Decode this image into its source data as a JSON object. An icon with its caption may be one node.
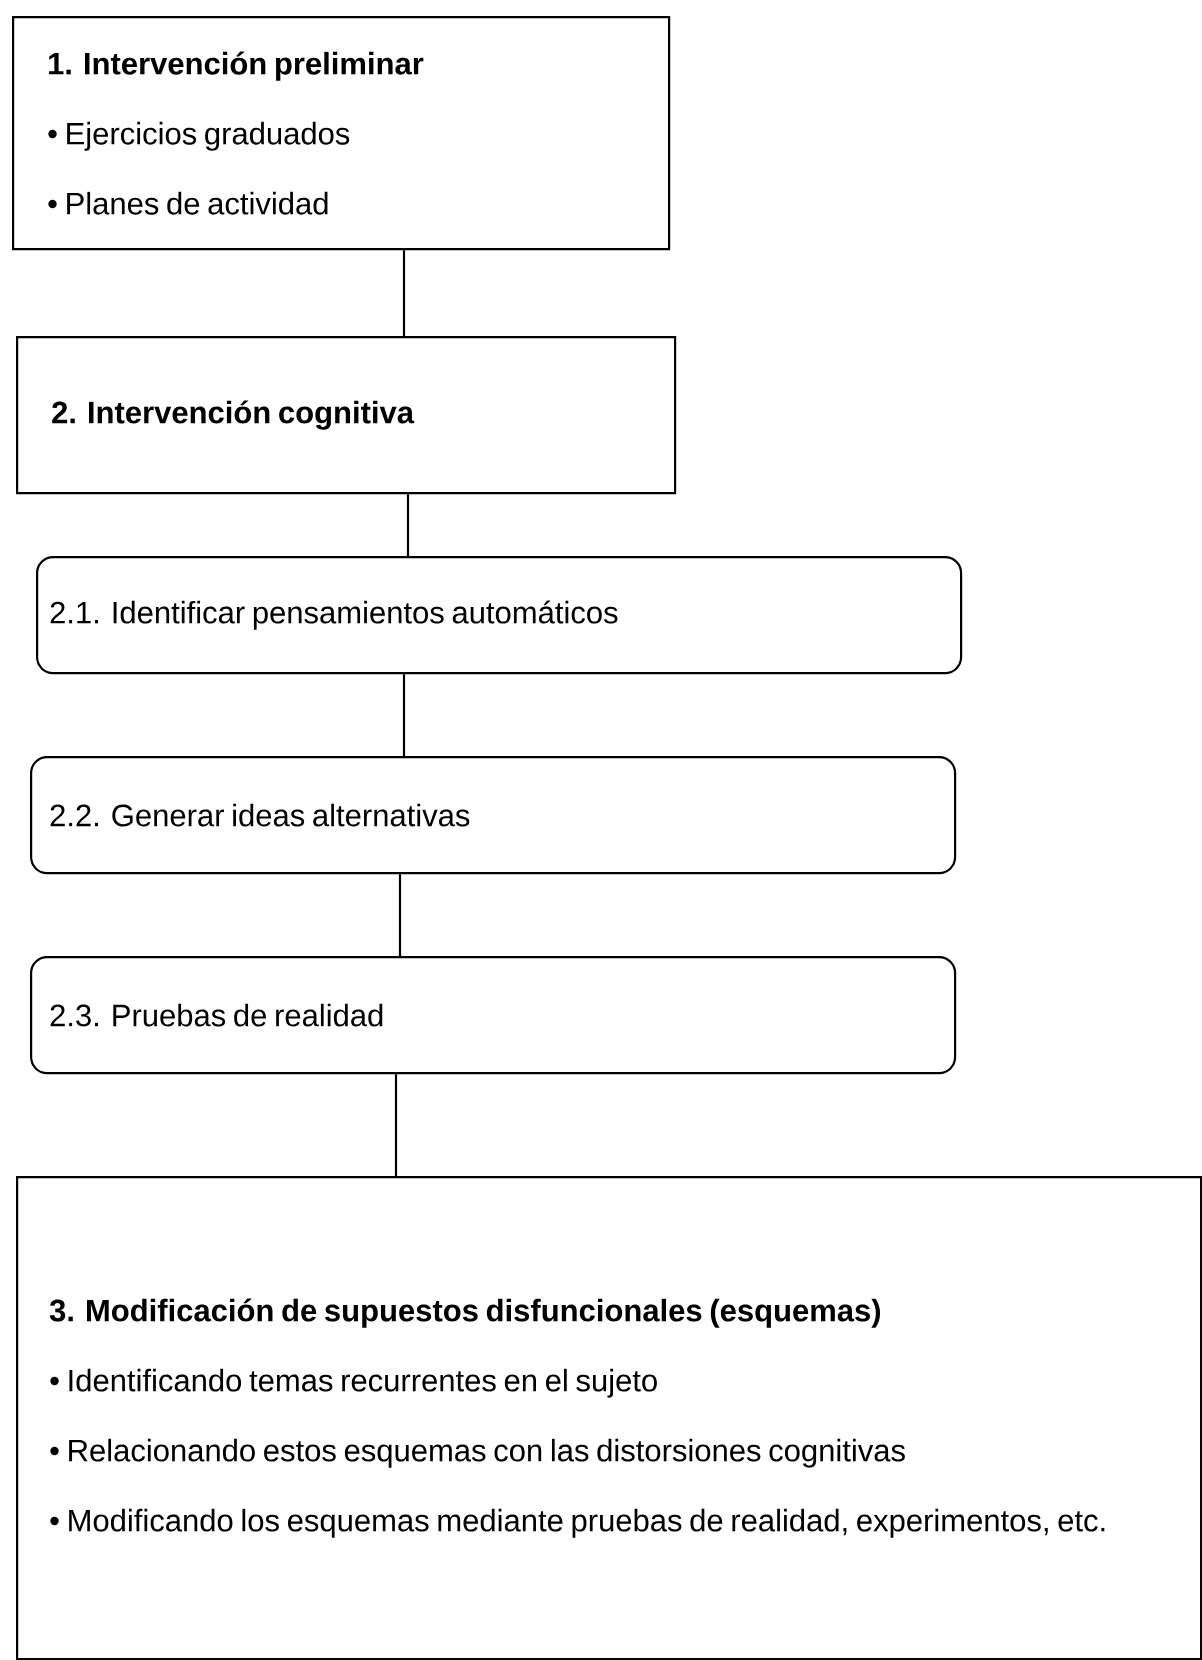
{
  "diagram": {
    "nodes": [
      {
        "text": [
          "1. Intervención preliminar",
          "• Ejercicios graduados",
          "• Planes de actividad"
        ]
      },
      {
        "text": [
          "2. Intervención cognitiva"
        ]
      },
      {
        "text": [
          "2.1. Identificar pensamientos automáticos"
        ]
      },
      {
        "text": [
          "2.2. Generar ideas alternativas"
        ]
      },
      {
        "text": [
          "2.3. Pruebas de realidad"
        ]
      },
      {
        "text": [
          "3. Modificación de supuestos disfuncionales (esquemas)",
          "• Identificando temas recurrentes en el sujeto",
          "• Relacionando estos esquemas con las distorsiones cognitivas",
          "• Modificando los esquemas mediante pruebas de realidad, experimentos, etc."
        ]
      }
    ],
    "edges": [
      {
        "from": 0,
        "to": 1,
        "arrow": "none"
      },
      {
        "from": 1,
        "to": 2,
        "arrow": "none"
      },
      {
        "from": 2,
        "to": 3,
        "arrow": "none"
      },
      {
        "from": 3,
        "to": 4,
        "arrow": "none"
      },
      {
        "from": 4,
        "to": 5,
        "arrow": "none"
      }
    ]
  }
}
